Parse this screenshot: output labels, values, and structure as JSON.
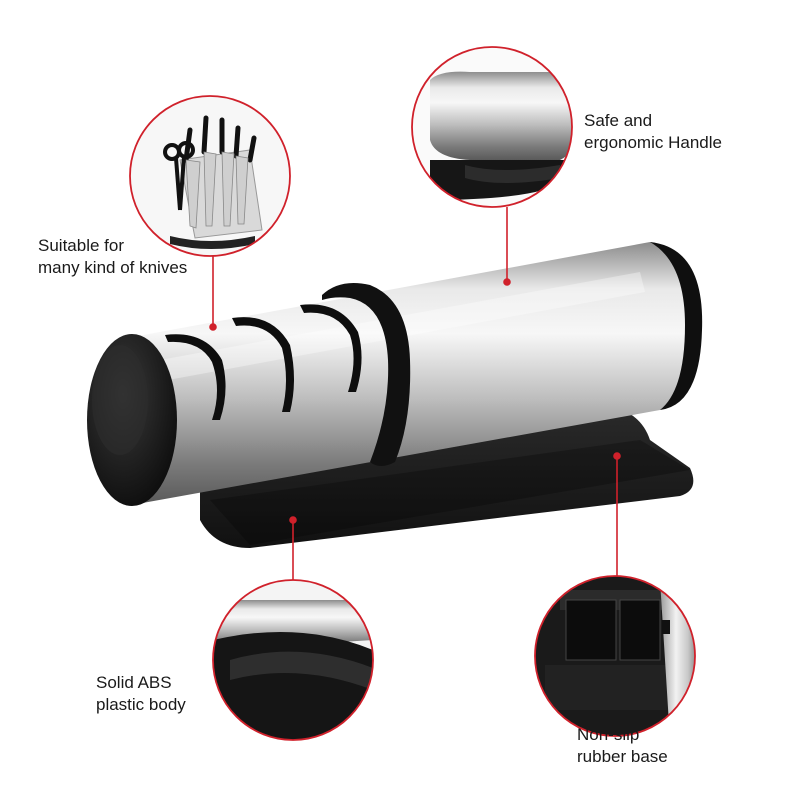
{
  "colors": {
    "accent_red": "#d0212b",
    "steel_light": "#dcdcdc",
    "steel_dark": "#6f6f6f",
    "black_abs": "#1b1b1b"
  },
  "callouts": {
    "knives": {
      "line1": "Suitable for",
      "line2": "many kind of knives",
      "icon": "knife-set-icon"
    },
    "handle": {
      "line1": "Safe and",
      "line2": "ergonomic Handle",
      "icon": "handle-closeup-icon"
    },
    "body": {
      "line1": "Solid ABS",
      "line2": "plastic body",
      "icon": "abs-body-closeup-icon"
    },
    "base": {
      "line1": "Non-slip",
      "line2": "rubber base",
      "icon": "rubber-base-closeup-icon"
    }
  }
}
